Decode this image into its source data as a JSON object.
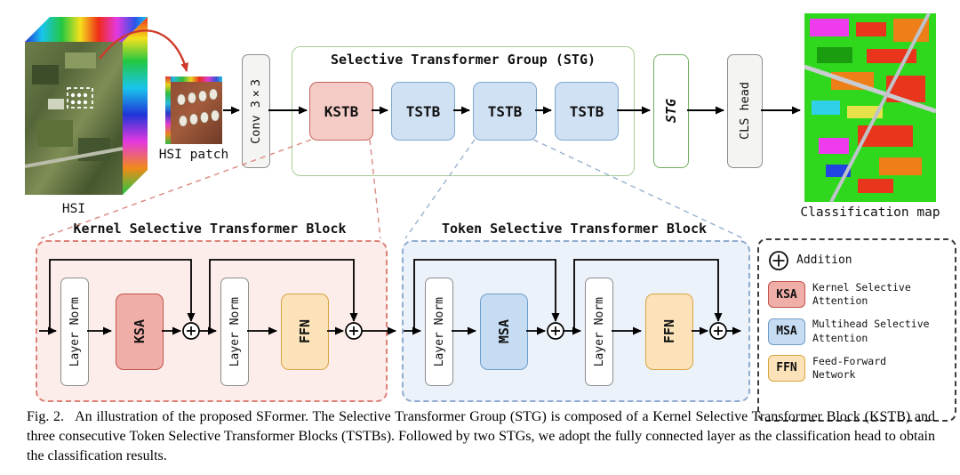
{
  "pipeline": {
    "hsi_label": "HSI",
    "patch_label": "HSI patch",
    "conv_label": "Conv 3×3",
    "group_title": "Selective Transformer Group (STG)",
    "blocks": [
      {
        "label": "KSTB"
      },
      {
        "label": "TSTB"
      },
      {
        "label": "TSTB"
      },
      {
        "label": "TSTB"
      }
    ],
    "stg_label": "STG",
    "cls_label": "CLS head",
    "map_label": "Classification map"
  },
  "kernel_block": {
    "title": "Kernel Selective Transformer Block",
    "norm1": "Layer Norm",
    "attn": "KSA",
    "norm2": "Layer Norm",
    "ffn": "FFN"
  },
  "token_block": {
    "title": "Token Selective Transformer Block",
    "norm1": "Layer Norm",
    "attn": "MSA",
    "norm2": "Layer Norm",
    "ffn": "FFN"
  },
  "legend": {
    "addition_label": "Addition",
    "items": [
      {
        "key": "KSA",
        "label": "Kernel Selective\nAttention",
        "fill": "#f0aea8",
        "border": "#c2524a"
      },
      {
        "key": "MSA",
        "label": "Multihead Selective\nAttention",
        "fill": "#c6dcf2",
        "border": "#6f9dc8"
      },
      {
        "key": "FFN",
        "label": "Feed-Forward\nNetwork",
        "fill": "#fbe2b8",
        "border": "#d9a441"
      }
    ]
  },
  "colors": {
    "kstb_fill": "#f5cbc6",
    "kstb_border": "#c4635c",
    "tstb_fill": "#cfe1f3",
    "tstb_border": "#7fa8d0",
    "stg_border": "#6fb05c",
    "group_border": "#a6cc96",
    "extraction_arrow": "#cf3a2b"
  },
  "caption": {
    "label": "Fig. 2.",
    "text": "An illustration of the proposed SFormer. The Selective Transformer Group (STG) is composed of a Kernel Selective Transformer Block (KSTB) and three consecutive Token Selective Transformer Blocks (TSTBs). Followed by two STGs, we adopt the fully connected layer as the classification head to obtain the classification results."
  }
}
